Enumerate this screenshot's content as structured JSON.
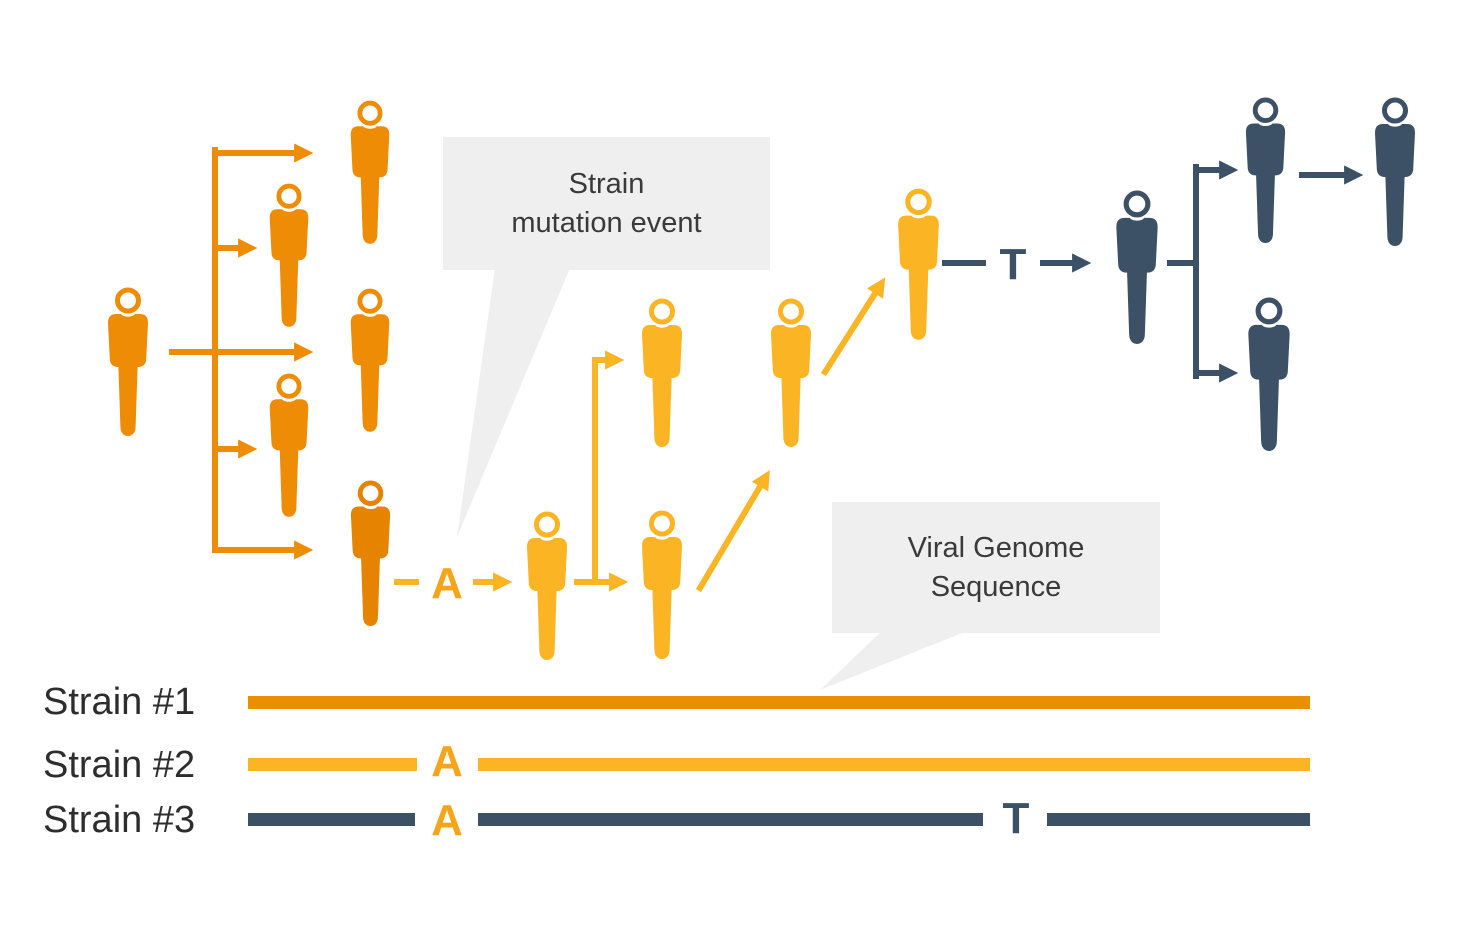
{
  "figure": {
    "title_implicit": "Viral strain mutation diagram",
    "callout_mutation": {
      "line1": "Strain",
      "line2": "mutation event"
    },
    "callout_genome": {
      "line1": "Viral Genome",
      "line2": "Sequence"
    },
    "transmission": {
      "mid_mutation_letter": "A",
      "second_mutation_letter": "T"
    },
    "strains": [
      {
        "label": "Strain #1",
        "color": "#E98F00",
        "mutations": []
      },
      {
        "label": "Strain #2",
        "color": "#FBB423",
        "mutations": [
          "A"
        ]
      },
      {
        "label": "Strain #3",
        "color": "#3D5166",
        "mutations": [
          "A",
          "T"
        ]
      }
    ],
    "person_counts": {
      "orange": 6,
      "amber": 5,
      "navy": 4
    }
  },
  "colors": {
    "c-orange": "#EF8C05",
    "c-orange-dark": "#E68300",
    "c-amber": "#FBB423",
    "c-amber-text": "#F6A418",
    "c-navy": "#3D5166",
    "c-strain1": "#E98F00",
    "c-gray-box": "#EFEFEF",
    "c-box-text": "#3A3A3A",
    "c-label": "#2D2D2D"
  }
}
